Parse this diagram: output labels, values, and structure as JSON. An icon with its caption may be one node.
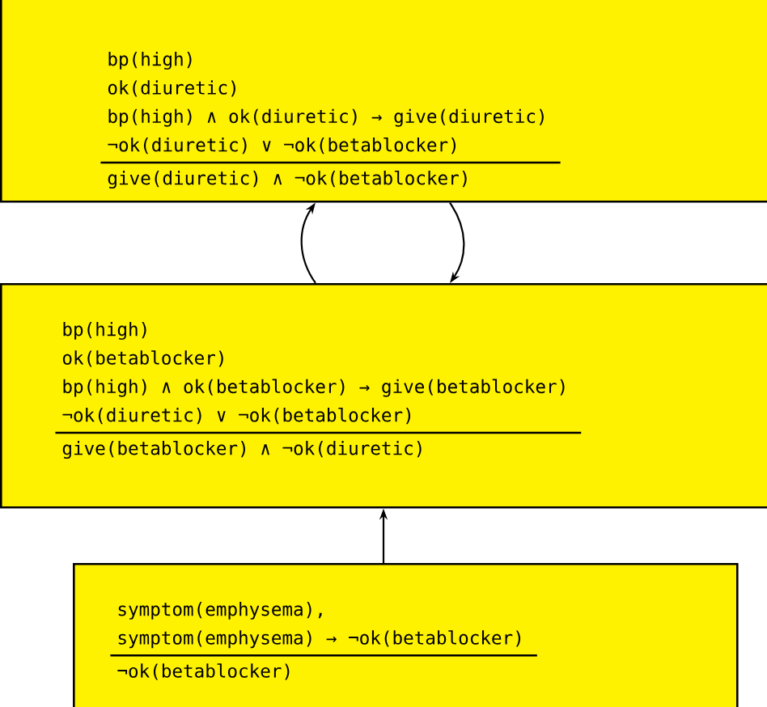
{
  "diagram": {
    "nodes": [
      {
        "text": [
          "bp(high)",
          "ok(diuretic)",
          "bp(high) ∧ ok(diuretic) → give(diuretic)",
          "¬ok(diuretic) ∨ ¬ok(betablocker)",
          "give(diuretic) ∧ ¬ok(betablocker)"
        ]
      },
      {
        "text": [
          "bp(high)",
          "ok(betablocker)",
          "bp(high) ∧ ok(betablocker) → give(betablocker)",
          "¬ok(diuretic) ∨ ¬ok(betablocker)",
          "give(betablocker) ∧ ¬ok(diuretic)"
        ]
      },
      {
        "text": [
          "symptom(emphysema),",
          "symptom(emphysema) → ¬ok(betablocker)",
          "¬ok(betablocker)"
        ]
      }
    ],
    "edges": [
      {
        "from": 1,
        "to": 0,
        "arrow": "to"
      },
      {
        "from": 0,
        "to": 1,
        "arrow": "to"
      },
      {
        "from": 2,
        "to": 1,
        "arrow": "to"
      }
    ]
  }
}
